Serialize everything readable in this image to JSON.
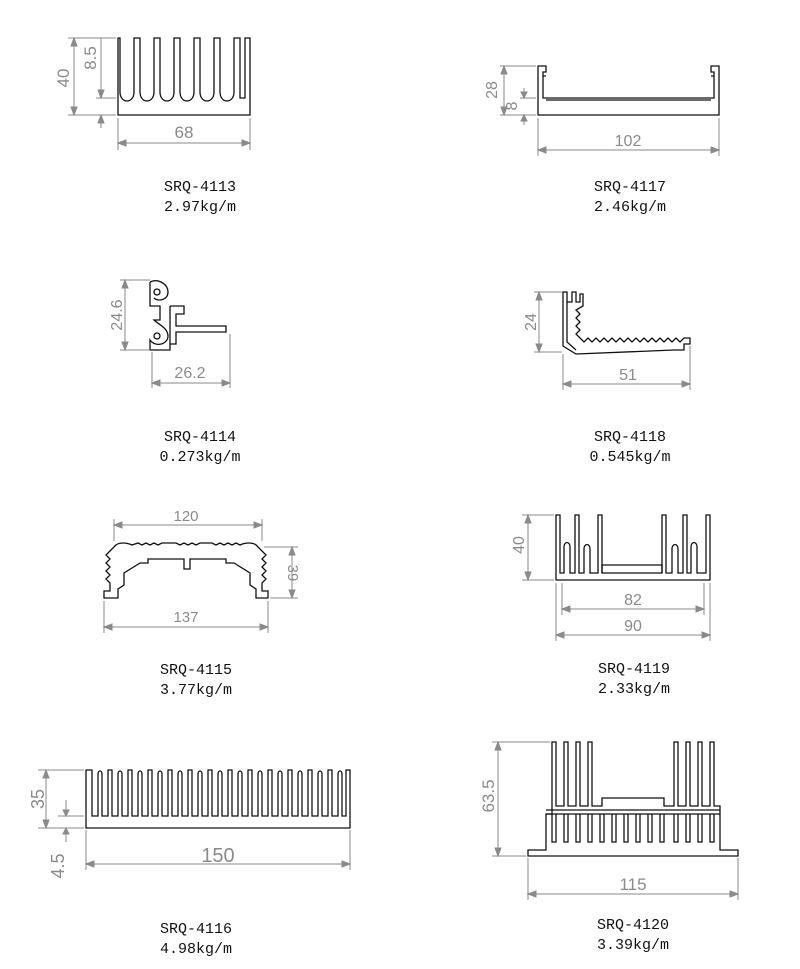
{
  "products": [
    {
      "code": "SRQ-4113",
      "weight": "2.97kg/m",
      "dims": {
        "height": "40",
        "base": "8.5",
        "width": "68"
      }
    },
    {
      "code": "SRQ-4117",
      "weight": "2.46kg/m",
      "dims": {
        "height": "28",
        "base": "8",
        "width": "102"
      }
    },
    {
      "code": "SRQ-4114",
      "weight": "0.273kg/m",
      "dims": {
        "height": "24.6",
        "width": "26.2"
      }
    },
    {
      "code": "SRQ-4118",
      "weight": "0.545kg/m",
      "dims": {
        "height": "24",
        "width": "51"
      }
    },
    {
      "code": "SRQ-4115",
      "weight": "3.77kg/m",
      "dims": {
        "top": "120",
        "height": "39",
        "width": "137"
      }
    },
    {
      "code": "SRQ-4119",
      "weight": "2.33kg/m",
      "dims": {
        "height": "40",
        "inner": "82",
        "width": "90"
      }
    },
    {
      "code": "SRQ-4116",
      "weight": "4.98kg/m",
      "dims": {
        "height": "35",
        "base": "4.5",
        "width": "150"
      }
    },
    {
      "code": "SRQ-4120",
      "weight": "3.39kg/m",
      "dims": {
        "height": "63.5",
        "width": "115"
      }
    }
  ],
  "colors": {
    "profile": "#111111",
    "dimension": "#8a8a8a",
    "text": "#111111"
  }
}
